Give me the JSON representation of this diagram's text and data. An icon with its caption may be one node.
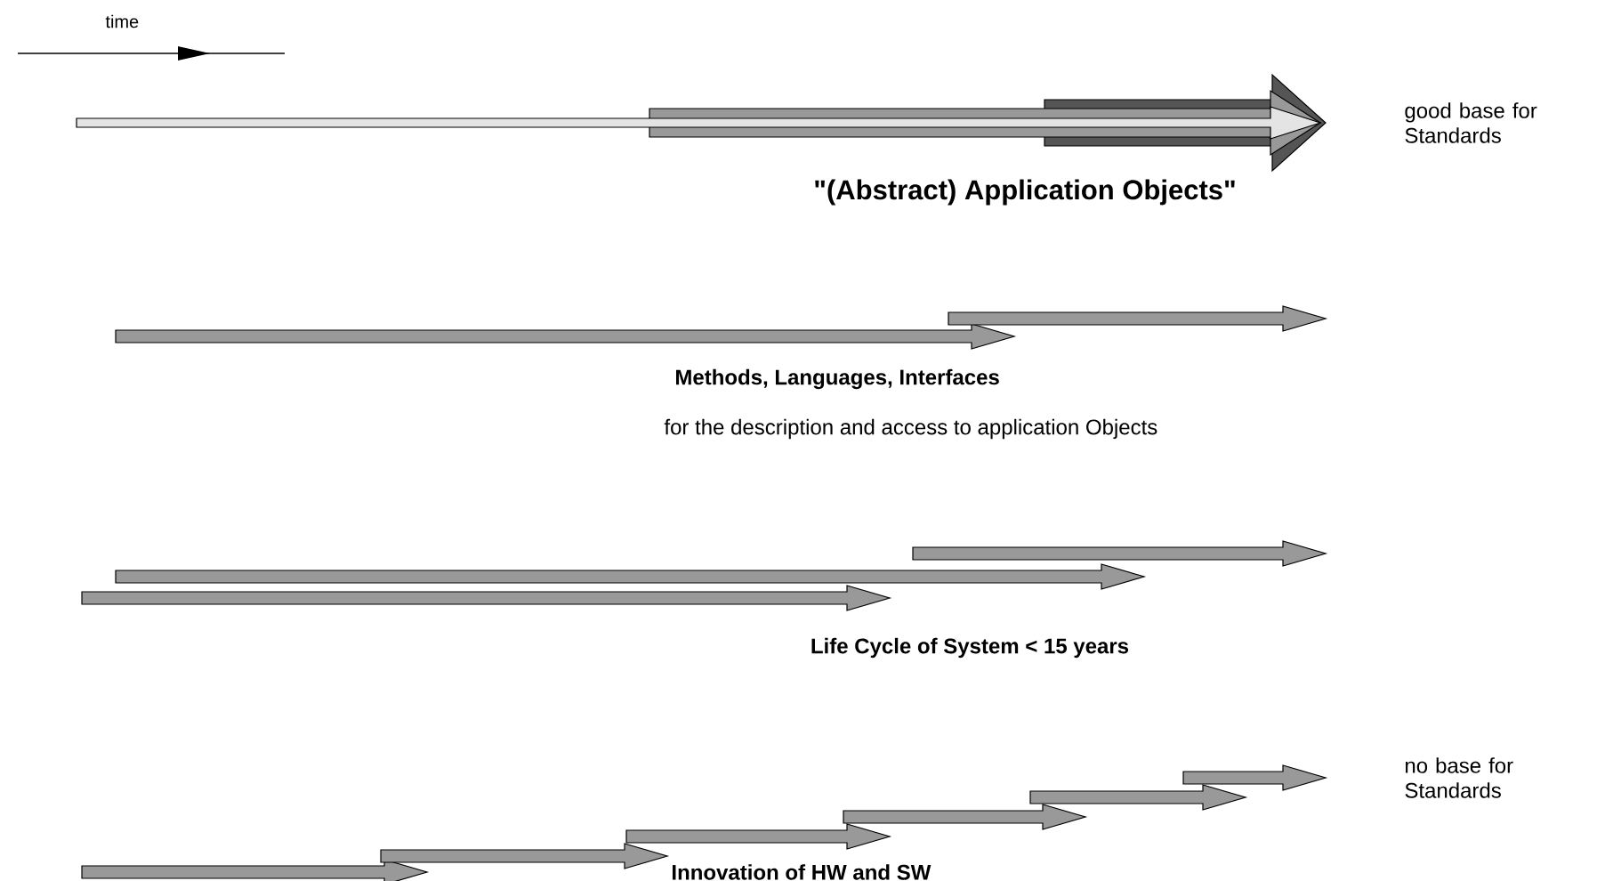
{
  "diagram": {
    "labels": [
      "time",
      "good base for Standards",
      "\"(Abstract) Application Objects\"",
      "Methods, Languages, Interfaces",
      "for the description and access to application Objects",
      "Life Cycle of System < 15 years",
      "no base for Standards",
      "Innovation of HW and SW"
    ]
  }
}
